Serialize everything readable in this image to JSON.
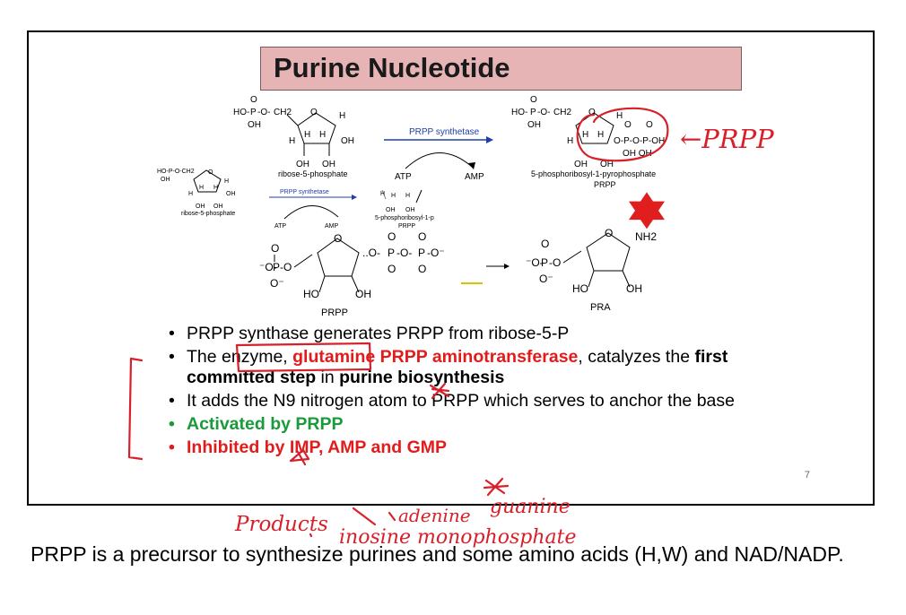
{
  "slide": {
    "title": "Purine Nucleotide",
    "page_number": "7",
    "bullets": [
      {
        "text": "PRPP synthase generates PRPP from ribose-5-P"
      },
      {
        "pre": "The enzyme, ",
        "enzyme": "glutamine PRPP aminotransferase",
        "mid1": ", catalyzes the ",
        "bold1": "first committed step",
        "mid2": " in ",
        "bold2": "purine biosynthesis"
      },
      {
        "text": "It adds the N9 nitrogen atom to PRPP which serves to anchor the base"
      },
      {
        "text": "Activated by PRPP"
      },
      {
        "text": "Inhibited by IMP, AMP and GMP"
      }
    ]
  },
  "diagram": {
    "top_left_label": "ribose-5-phosphate",
    "top_enzyme": "PRPP synthetase",
    "top_atp": "ATP",
    "top_amp": "AMP",
    "top_right_label1": "5-phosphoribosyl-1-pyrophosphate",
    "top_right_label2": "PRPP",
    "mid_left_label": "ribose-5-phosphate",
    "mid_enzyme": "PRPP synthetase",
    "mid_atp": "ATP",
    "mid_amp": "AMP",
    "mid_right_label1": "5-phosphoribosyl-1-p",
    "mid_right_label2": "PRPP",
    "bottom_left_label": "PRPP",
    "bottom_right_label": "PRA",
    "nh2": "NH2",
    "ho": "HO",
    "oh": "OH",
    "h": "H",
    "o": "O",
    "p": "P",
    "ch2": "CH2"
  },
  "annotations": {
    "prpp_note": "←PRPP",
    "products": "Products",
    "adenine": "adenine",
    "guanine": "guanine",
    "inosine": "inosine monophosphate"
  },
  "caption": "PRPP is a precursor to synthesize purines and some amino acids (H,W) and NAD/NADP.",
  "colors": {
    "title_bg": "#e6b4b4",
    "accent_red": "#e31b1b",
    "green": "#1a9a3a",
    "ink": "#d8202a"
  }
}
